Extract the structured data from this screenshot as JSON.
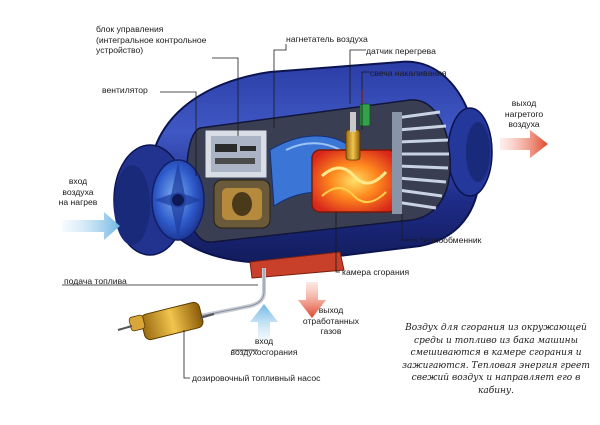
{
  "labels": {
    "control_unit": "блок управления\n(интегральное контрольное\nустройство)",
    "blower": "нагнетатель воздуха",
    "overheat_sensor": "датчик перегрева",
    "glow_plug": "свеча накаливания",
    "fan": "вентилятор",
    "hot_air_out": "выход\nнагретого\nвоздуха",
    "air_in": "вход\nвоздуха\nна нагрев",
    "heat_exchanger": "теплообменник",
    "combustion_chamber": "камера сгорания",
    "fuel_supply": "подача топлива",
    "exhaust_out": "выход\nотработанных\nгазов",
    "combustion_air_in": "вход\nвоздухосгорания",
    "dosing_pump": "дозировочный топливный насос"
  },
  "note": "Воздух для сгорания из окружающей среды и топливо из бака машины смешиваются в камере сгорания и зажигаются. Тепловая энергия греет свежий воздух и направляет его в кабину.",
  "colors": {
    "housing": "#1f2f8c",
    "housing_light": "#4a63c9",
    "heat": "#e8481c",
    "air_arrow": "#8ec8ea",
    "exhaust_arrow": "#e0442a"
  }
}
